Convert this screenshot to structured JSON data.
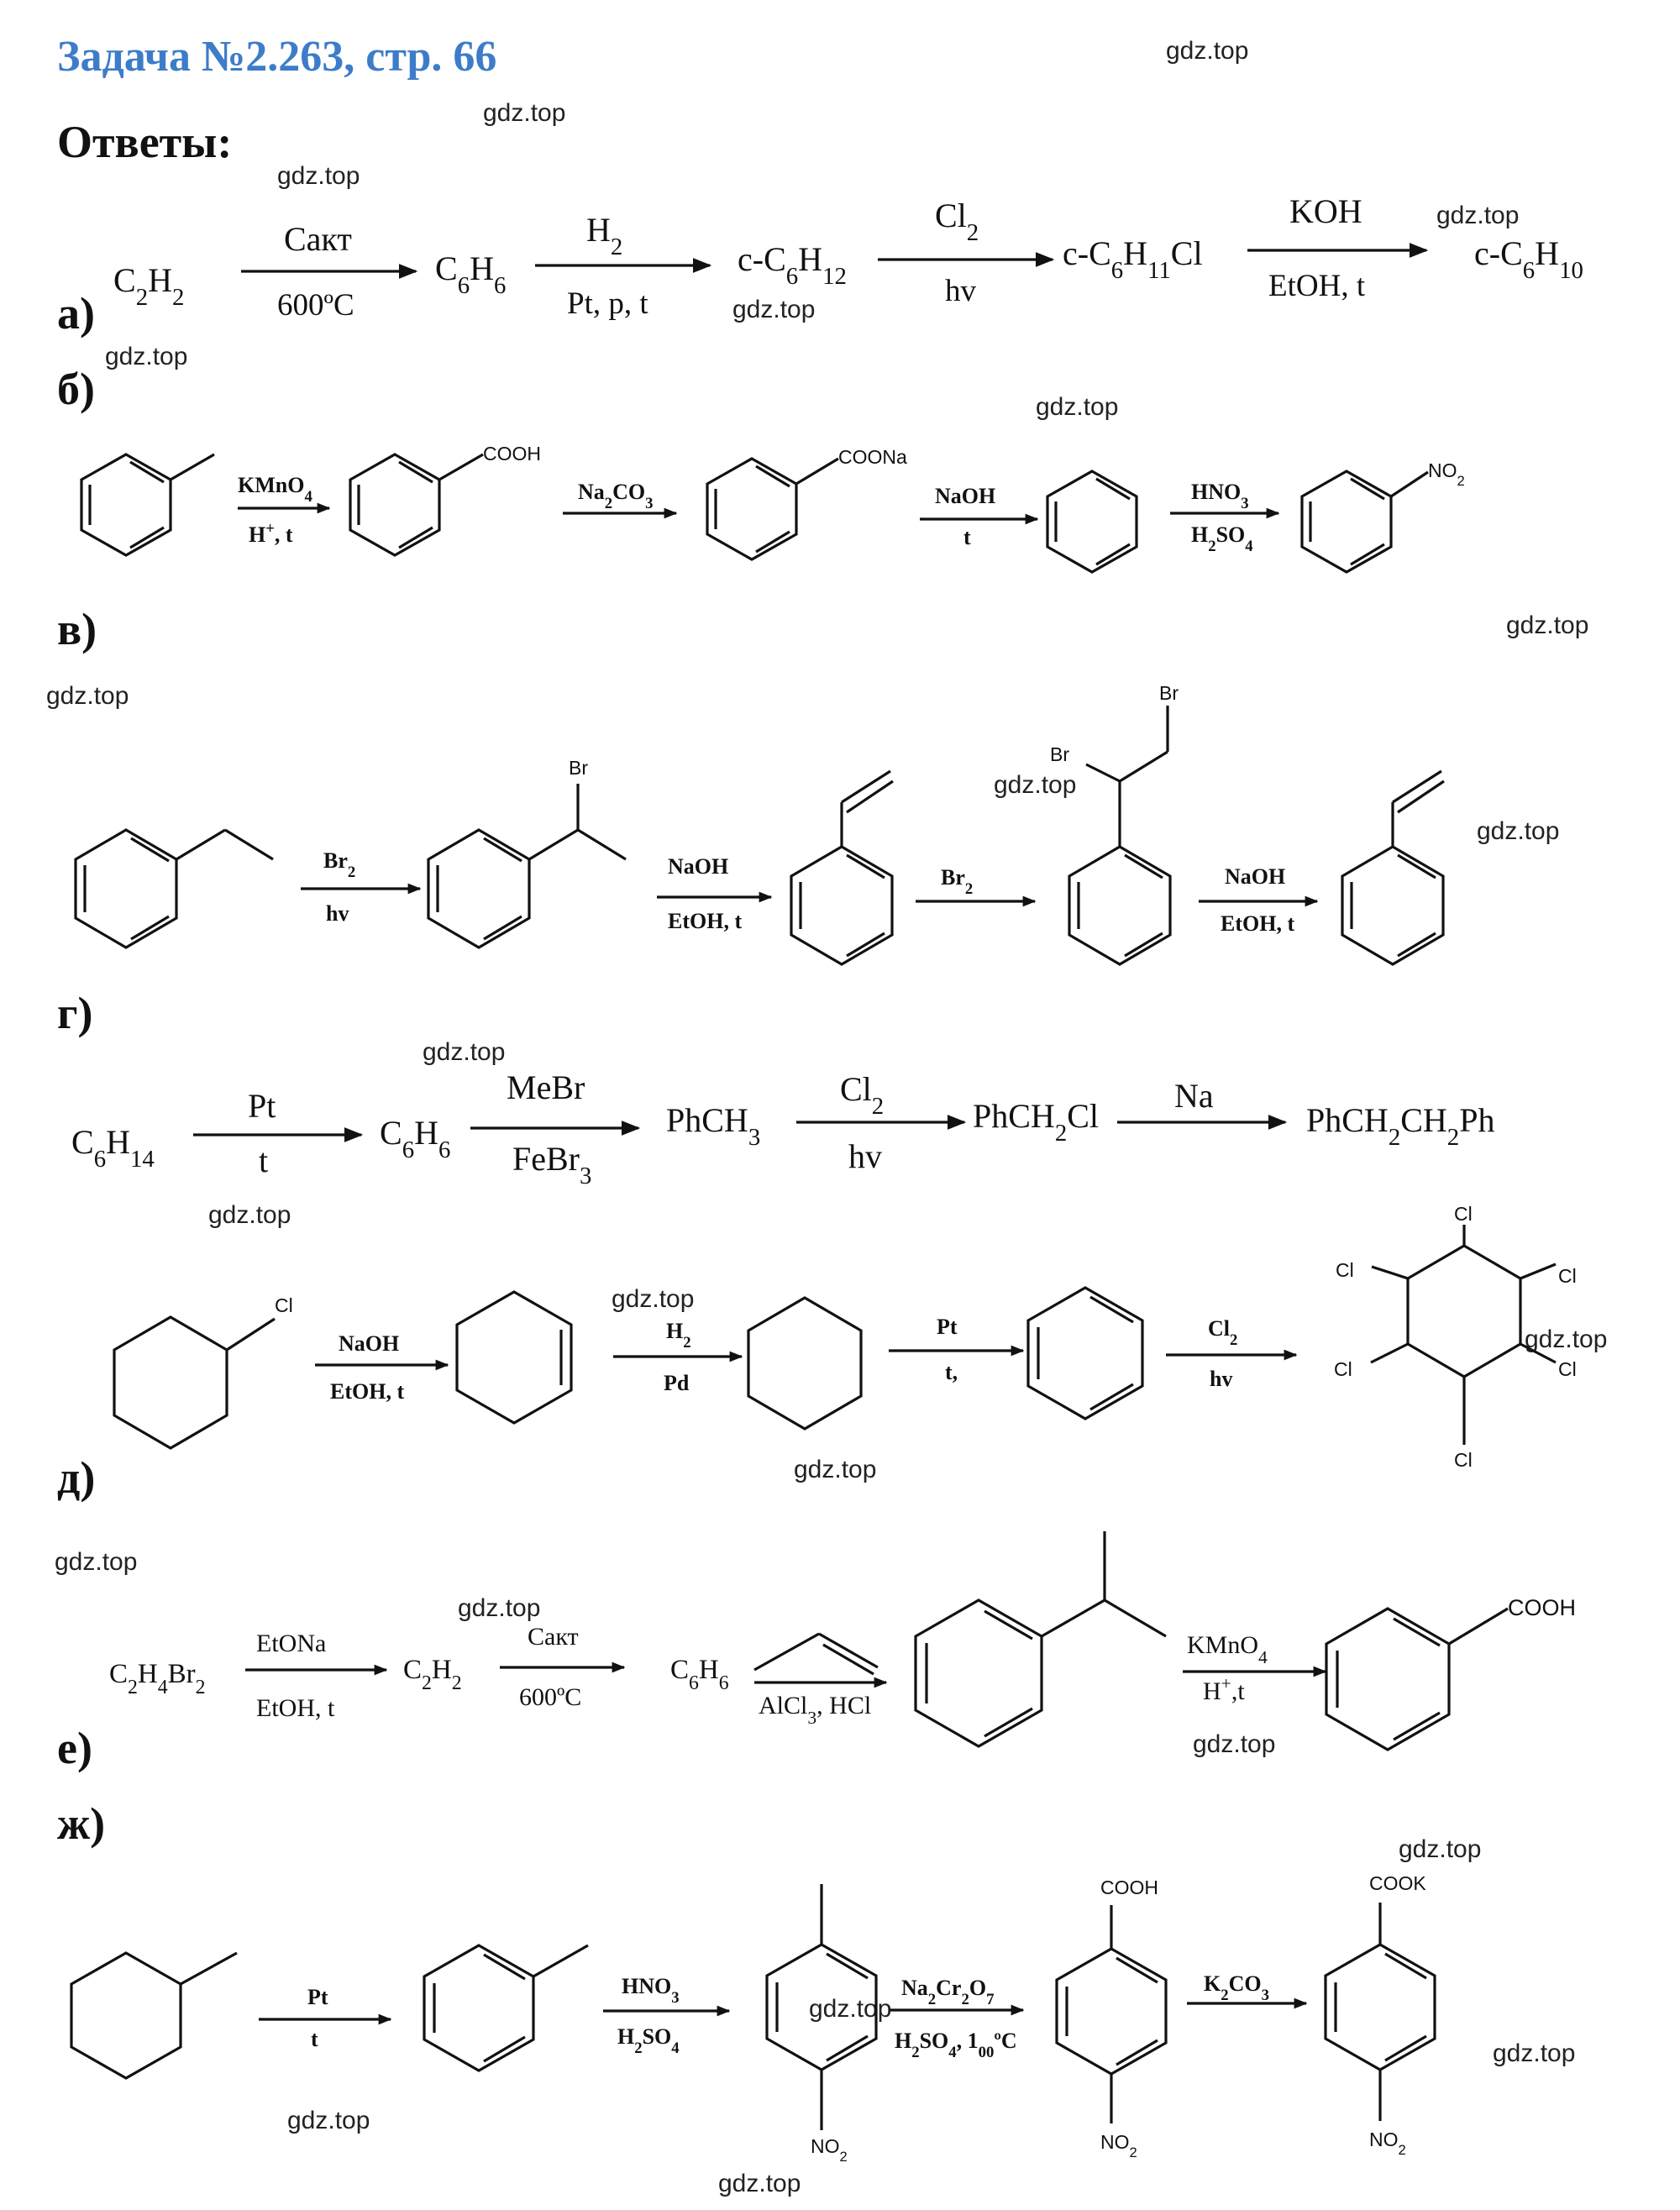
{
  "header": {
    "title": "Задача №2.263, стр. 66",
    "subtitle": "Ответы:"
  },
  "labels": {
    "a": "а)",
    "b": "б)",
    "v": "в)",
    "g": "г)",
    "d": "д)",
    "e": "е)",
    "zh": "ж)"
  },
  "watermark": "gdz.top",
  "scheme_a": {
    "s1": "C2H2",
    "s2": "C6H6",
    "s3": "c-C6H12",
    "s4": "c-C6H11Cl",
    "s5": "c-C6H10",
    "r1_top": "Cакт",
    "r1_bottom": "600ºC",
    "r2_top": "H2",
    "r2_bottom": "Pt, p, t",
    "r3_top": "Cl2",
    "r3_bottom": "hv",
    "r4_top": "KOH",
    "r4_bottom": "EtOH, t"
  },
  "scheme_b": {
    "sub2": "COOH",
    "sub3": "COONa",
    "sub5": "NO2",
    "r1_top": "KMnO4",
    "r1_bottom": "H+, t",
    "r2_top": "Na2CO3",
    "r3_top": "NaOH",
    "r3_bottom": "t",
    "r4_top": "HNO3",
    "r4_bottom": "H2SO4"
  },
  "scheme_v": {
    "br": "Br",
    "r1_top": "Br2",
    "r1_bottom": "hv",
    "r2_top": "NaOH",
    "r2_bottom": "EtOH, t",
    "r3_top": "Br2",
    "r4_top": "NaOH",
    "r4_bottom": "EtOH, t"
  },
  "scheme_g": {
    "s1": "C6H14",
    "s2": "C6H6",
    "s3": "PhCH3",
    "s4": "PhCH2Cl",
    "s5": "PhCH2CH2Ph",
    "r1_top": "Pt",
    "r1_bottom": "t",
    "r2_top": "MeBr",
    "r2_bottom": "FeBr3",
    "r3_top": "Cl2",
    "r3_bottom": "hv",
    "r4_top": "Na"
  },
  "scheme_g2": {
    "cl": "Cl",
    "r1_top": "NaOH",
    "r1_bottom": "EtOH, t",
    "r2_top": "H2",
    "r2_bottom": "Pd",
    "r3_top": "Pt",
    "r3_bottom": "t,",
    "r4_top": "Cl2",
    "r4_bottom": "hv"
  },
  "scheme_e": {
    "s1": "C2H4Br2",
    "s2": "C2H2",
    "s3": "C6H6",
    "sub_final": "COOH",
    "r1_top": "EtONa",
    "r1_bottom": "EtOH, t",
    "r2_top": "Cакт",
    "r2_bottom": "600ºC",
    "r3_bottom": "AlCl3, HCl",
    "r4_top": "KMnO4",
    "r4_bottom": "H+,t"
  },
  "scheme_zh": {
    "no2": "NO2",
    "cooh": "COOH",
    "cook": "COOK",
    "r1_top": "Pt",
    "r1_bottom": "t",
    "r2_top": "HNO3",
    "r2_bottom": "H2SO4",
    "r3_top": "Na2Cr2O7",
    "r3_bottom": "H2SO4, 100ºC",
    "r4_top": "K2CO3"
  }
}
